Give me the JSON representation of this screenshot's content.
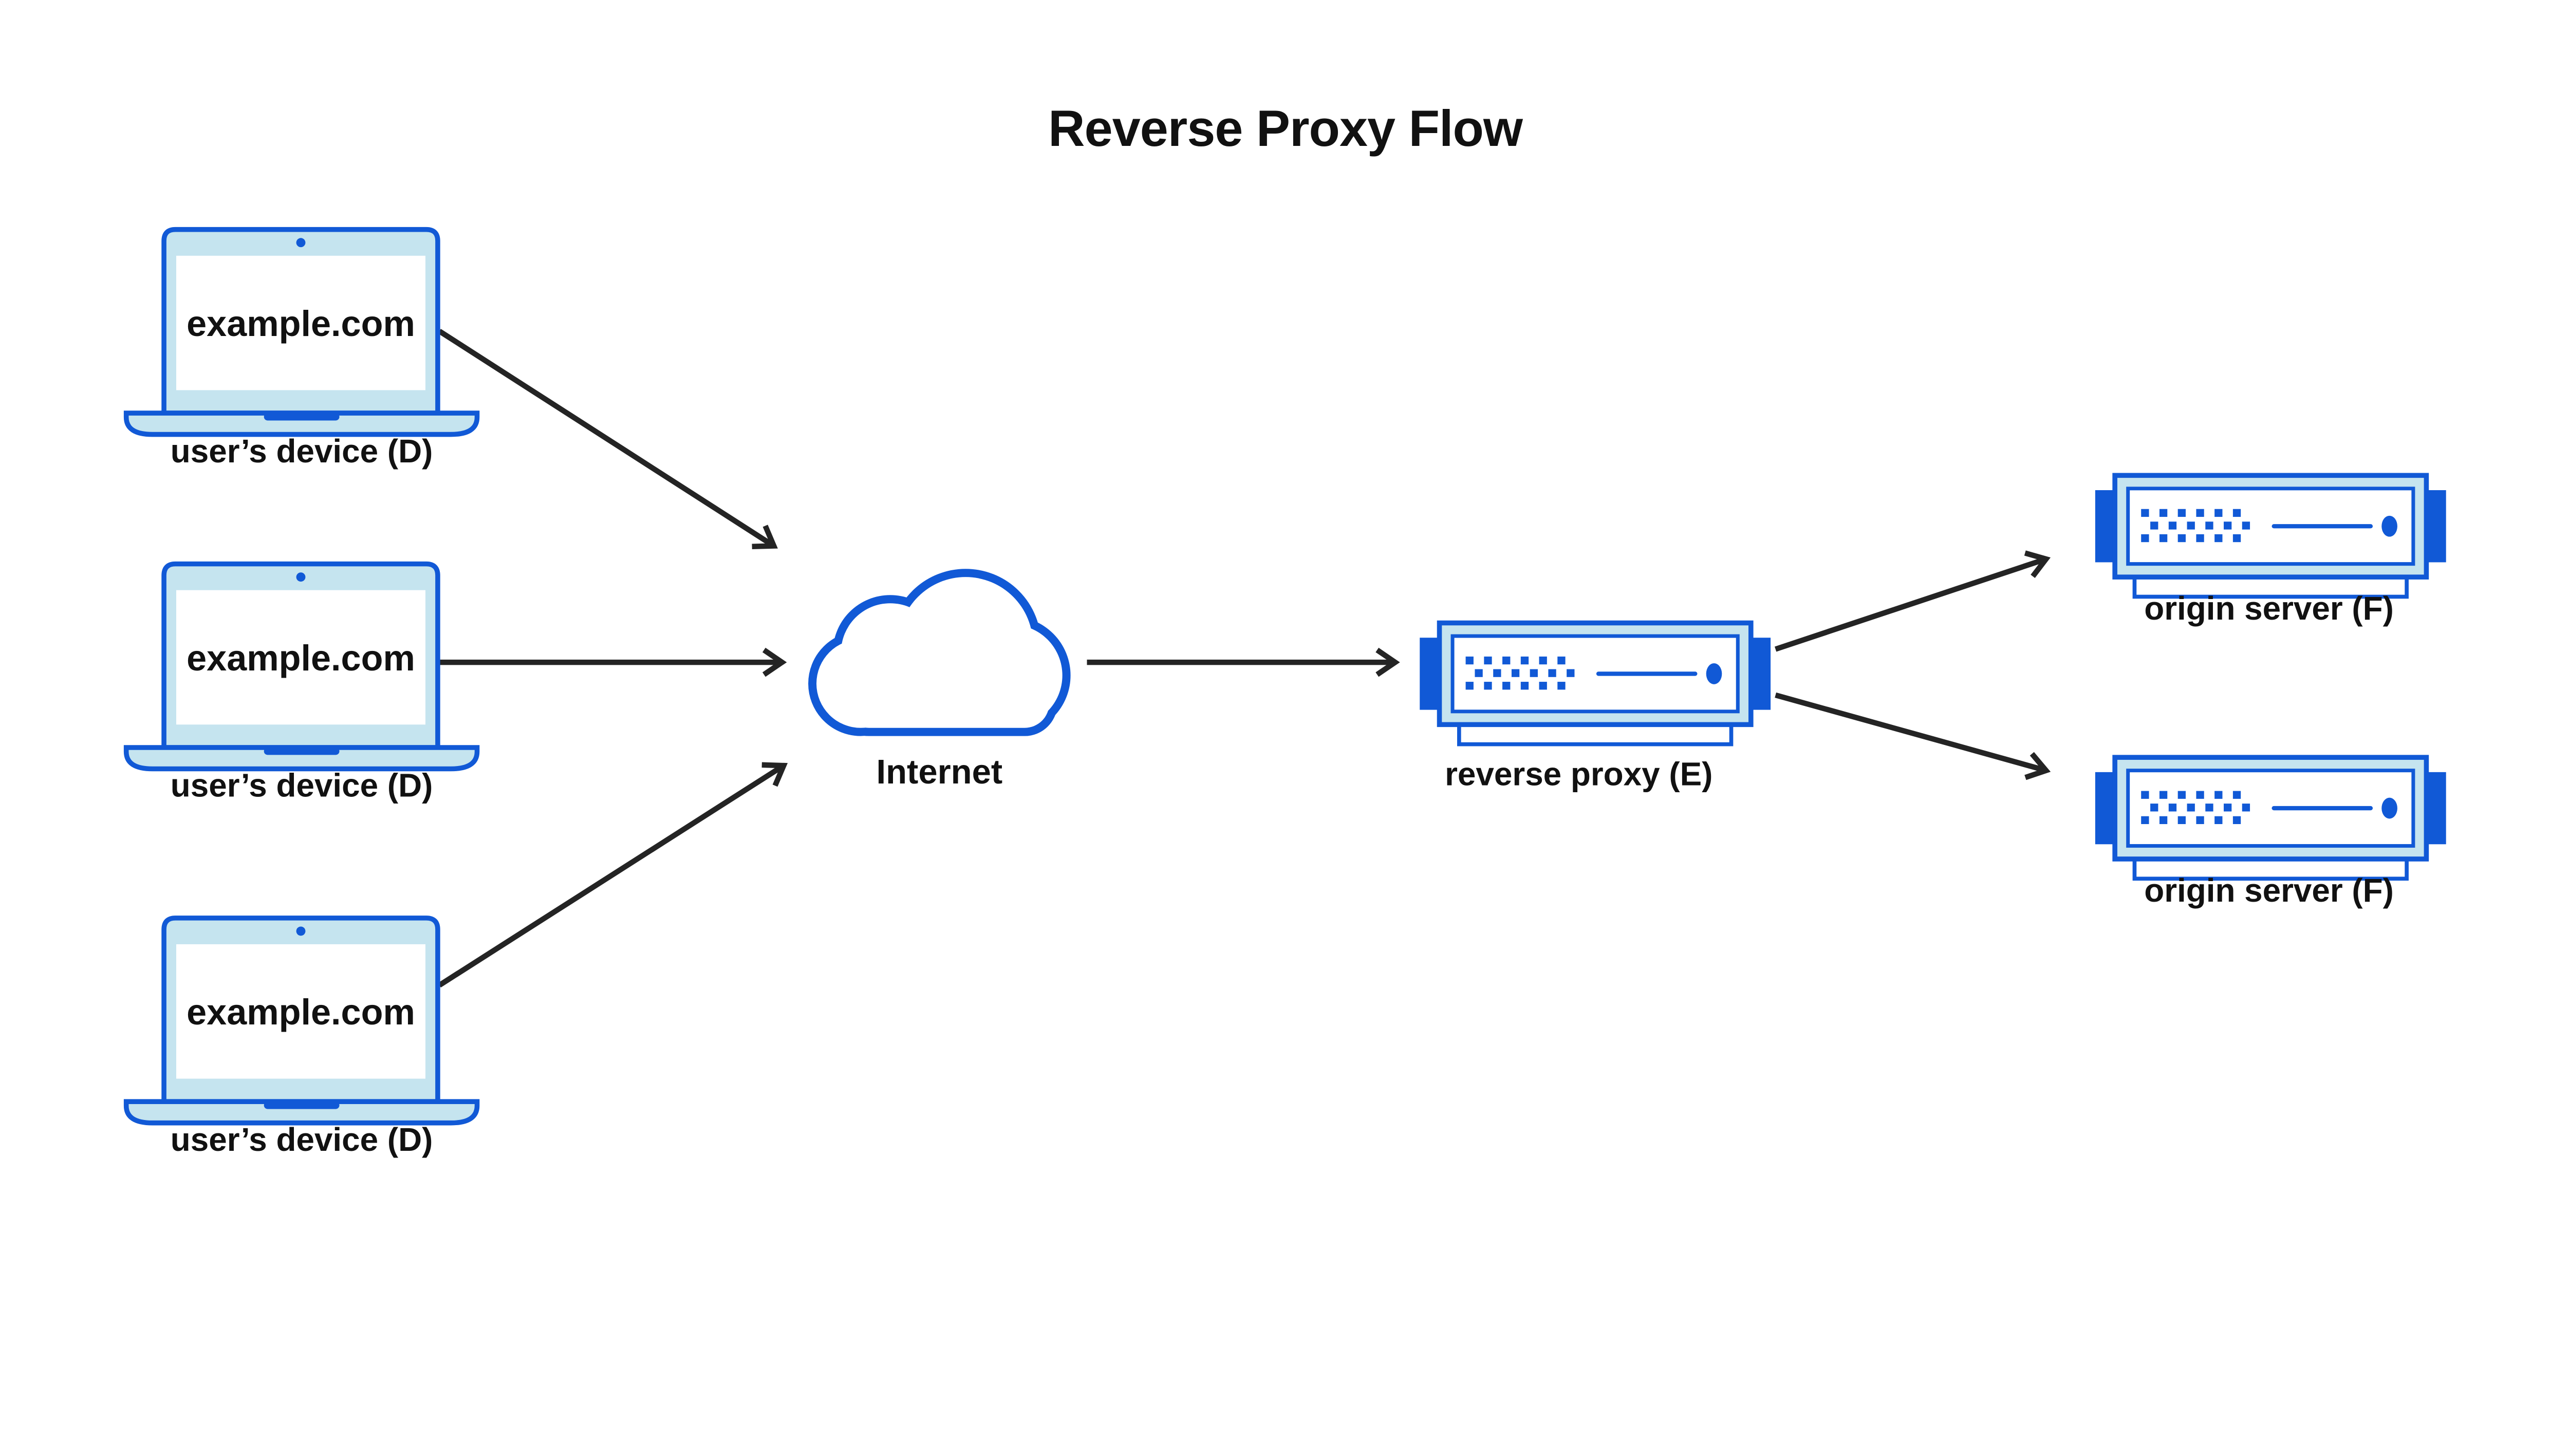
{
  "title": "Reverse Proxy Flow",
  "colors": {
    "primary_blue": "#1159D6",
    "light_blue": "#C5E4EF",
    "arrow": "#242424",
    "text": "#111111",
    "background": "#FFFFFF"
  },
  "nodes": {
    "devices": [
      {
        "screen_text": "example.com",
        "label": "user’s device (D)"
      },
      {
        "screen_text": "example.com",
        "label": "user’s device (D)"
      },
      {
        "screen_text": "example.com",
        "label": "user’s device (D)"
      }
    ],
    "internet": {
      "label": "Internet"
    },
    "reverse_proxy": {
      "label": "reverse proxy (E)"
    },
    "origin_servers": [
      {
        "label": "origin server (F)"
      },
      {
        "label": "origin server (F)"
      }
    ]
  },
  "edges": [
    {
      "from": "user’s device (D) #1",
      "to": "Internet"
    },
    {
      "from": "user’s device (D) #2",
      "to": "Internet"
    },
    {
      "from": "user’s device (D) #3",
      "to": "Internet"
    },
    {
      "from": "Internet",
      "to": "reverse proxy (E)"
    },
    {
      "from": "reverse proxy (E)",
      "to": "origin server (F) #1"
    },
    {
      "from": "reverse proxy (E)",
      "to": "origin server (F) #2"
    }
  ]
}
